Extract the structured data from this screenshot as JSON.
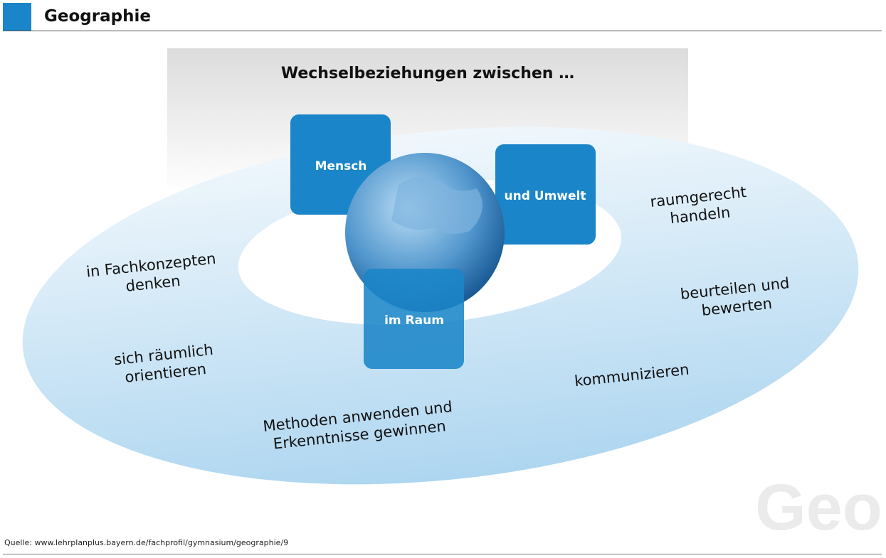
{
  "header": {
    "title": "Geographie"
  },
  "diagram": {
    "heading": "Wechselbeziehungen zwischen …",
    "boxes": {
      "mensch": "Mensch",
      "umwelt": "und Umwelt",
      "raum": "im Raum"
    },
    "competences": {
      "fachkonzepte": [
        "in Fachkonzepten",
        "denken"
      ],
      "orientieren": [
        "sich räumlich",
        "orientieren"
      ],
      "methoden": [
        "Methoden anwenden und",
        "Erkenntnisse gewinnen"
      ],
      "kommunizieren": [
        "kommunizieren"
      ],
      "beurteilen": [
        "beurteilen und",
        "bewerten"
      ],
      "handeln": [
        "raumgerecht",
        "handeln"
      ]
    },
    "watermark": "Geo"
  },
  "footer": {
    "source": "Quelle: www.lehrplanplus.bayern.de/fachprofil/gymnasium/geographie/9"
  },
  "colors": {
    "accent": "#1a85c8",
    "ring": "#b9dcf2"
  }
}
